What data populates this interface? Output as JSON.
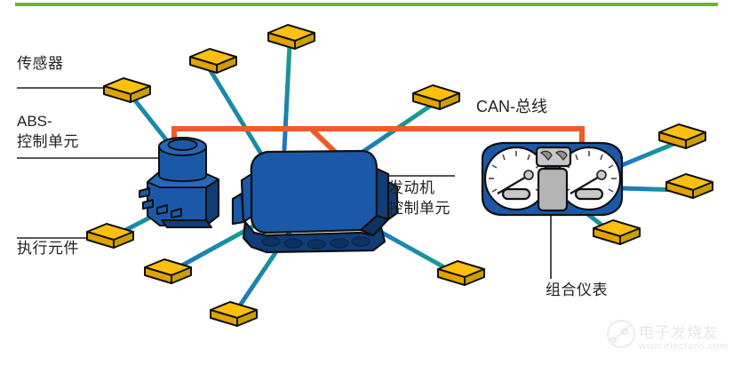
{
  "figure": {
    "title_bar_color": "#62bb2e",
    "background": "#ffffff"
  },
  "colors": {
    "can_bus": "#f05a28",
    "sensor_fill": "#fdc010",
    "sensor_side": "#e2a200",
    "ecu_blue": "#1b59a8",
    "ecu_dark": "#103d77",
    "cluster_blue": "#1b59a8",
    "wire_start": "#1f8fd4",
    "wire_end": "#17a08a",
    "outline": "#1a1a1a",
    "text": "#231f20"
  },
  "labels": {
    "sensor": "传感器",
    "abs_unit_line1": "ABS-",
    "abs_unit_line2": "控制单元",
    "actuator": "执行元件",
    "can_bus": "CAN-总线",
    "engine_ecu_line1": "发动机",
    "engine_ecu_line2": "控制单元",
    "instrument_cluster": "组合仪表"
  },
  "components": {
    "abs_control_unit": "ABS-控制单元",
    "engine_control_unit": "发动机控制单元",
    "instrument_cluster": "组合仪表",
    "sensor_count": 11
  },
  "watermark": {
    "text": "电子发烧友",
    "url": "www.elecfans.com"
  }
}
